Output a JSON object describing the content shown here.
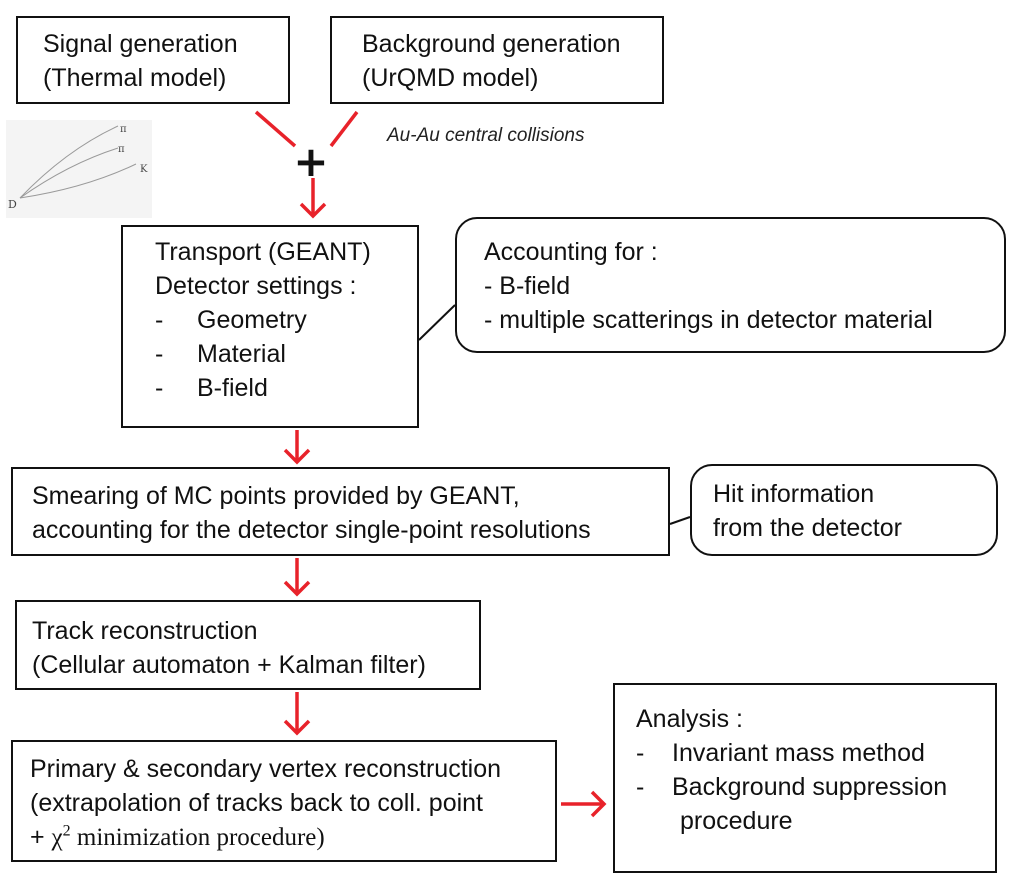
{
  "signal": {
    "line1": "Signal generation",
    "line2": "(Thermal model)"
  },
  "background": {
    "line1": "Background generation",
    "line2": "(UrQMD model)"
  },
  "collision_note": "Au-Au central collisions",
  "plus_sign": "+",
  "decay_sketch": {
    "parent": "D",
    "pion1": "π",
    "pion2": "π",
    "kaon": "K"
  },
  "transport": {
    "line1": "Transport (GEANT)",
    "line2": "Detector settings :",
    "items": [
      {
        "dash": "-",
        "label": "Geometry"
      },
      {
        "dash": "-",
        "label": "Material"
      },
      {
        "dash": "-",
        "label": "B-field"
      }
    ]
  },
  "accounting": {
    "title": "Accounting for :",
    "items": [
      "- B-field",
      "- multiple scatterings in detector material"
    ]
  },
  "smearing": {
    "line1": "Smearing of MC points provided by GEANT,",
    "line2": "accounting for the detector single-point resolutions"
  },
  "hit_info": {
    "line1": "Hit information",
    "line2": "from the detector"
  },
  "track": {
    "line1": "Track reconstruction",
    "line2": "(Cellular automaton + Kalman filter)"
  },
  "vertex": {
    "line1": "Primary & secondary vertex reconstruction",
    "line2": "(extrapolation of tracks back to coll. point",
    "line3_prefix": "+ ",
    "chi": "χ",
    "sup": "2",
    "line3_suffix": " minimization procedure)"
  },
  "analysis": {
    "title": "Analysis :",
    "items": [
      {
        "dash": "-",
        "label": "Invariant mass method"
      },
      {
        "dash": "-",
        "label": "Background suppression"
      }
    ],
    "continuation": "procedure"
  },
  "colors": {
    "arrow": "#e8222a",
    "border": "#111111"
  }
}
